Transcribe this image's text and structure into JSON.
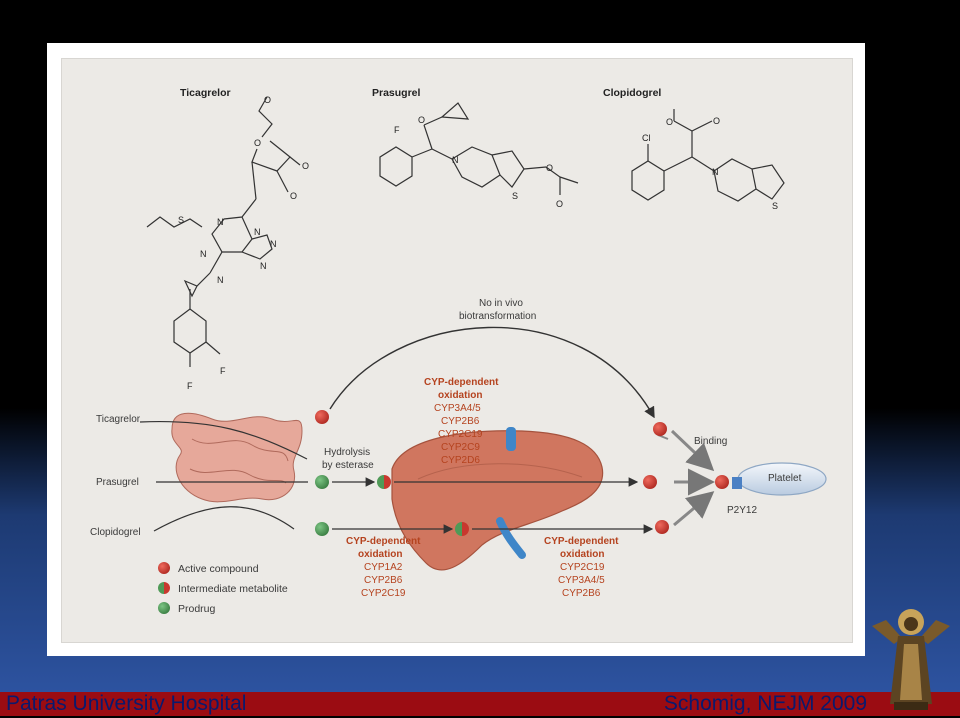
{
  "figure": {
    "drugs": {
      "ticagrelor": "Ticagrelor",
      "prasugrel": "Prasugrel",
      "clopidogrel": "Clopidogrel"
    },
    "atoms": {
      "o": "O",
      "n": "N",
      "s": "S",
      "f": "F",
      "cl": "Cl"
    },
    "no_biotrans_line1": "No in vivo",
    "no_biotrans_line2": "biotransformation",
    "top_cyp": {
      "head1": "CYP-dependent",
      "head2": "oxidation",
      "items": [
        "CYP3A4/5",
        "CYP2B6",
        "CYP2C19",
        "CYP2C9",
        "CYP2D6"
      ]
    },
    "hydrolysis_line1": "Hydrolysis",
    "hydrolysis_line2": "by esterase",
    "left_cyp": {
      "head1": "CYP-dependent",
      "head2": "oxidation",
      "items": [
        "CYP1A2",
        "CYP2B6",
        "CYP2C19"
      ]
    },
    "right_cyp": {
      "head1": "CYP-dependent",
      "head2": "oxidation",
      "items": [
        "CYP2C19",
        "CYP3A4/5",
        "CYP2B6"
      ]
    },
    "binding": "Binding",
    "platelet": "Platelet",
    "receptor": "P2Y12",
    "legend": {
      "active": "Active compound",
      "intermediate": "Intermediate metabolite",
      "prodrug": "Prodrug"
    },
    "colors": {
      "active": "#c8382e",
      "prodrug": "#4f9a57",
      "liver": "#d0765f",
      "cyp_text": "#b5431f",
      "vessel": "#3f86c8"
    }
  },
  "footer": {
    "left": "Patras University Hospital",
    "right": "Schomig, NEJM 2009"
  },
  "logo_icon": "saint-figure-logo"
}
